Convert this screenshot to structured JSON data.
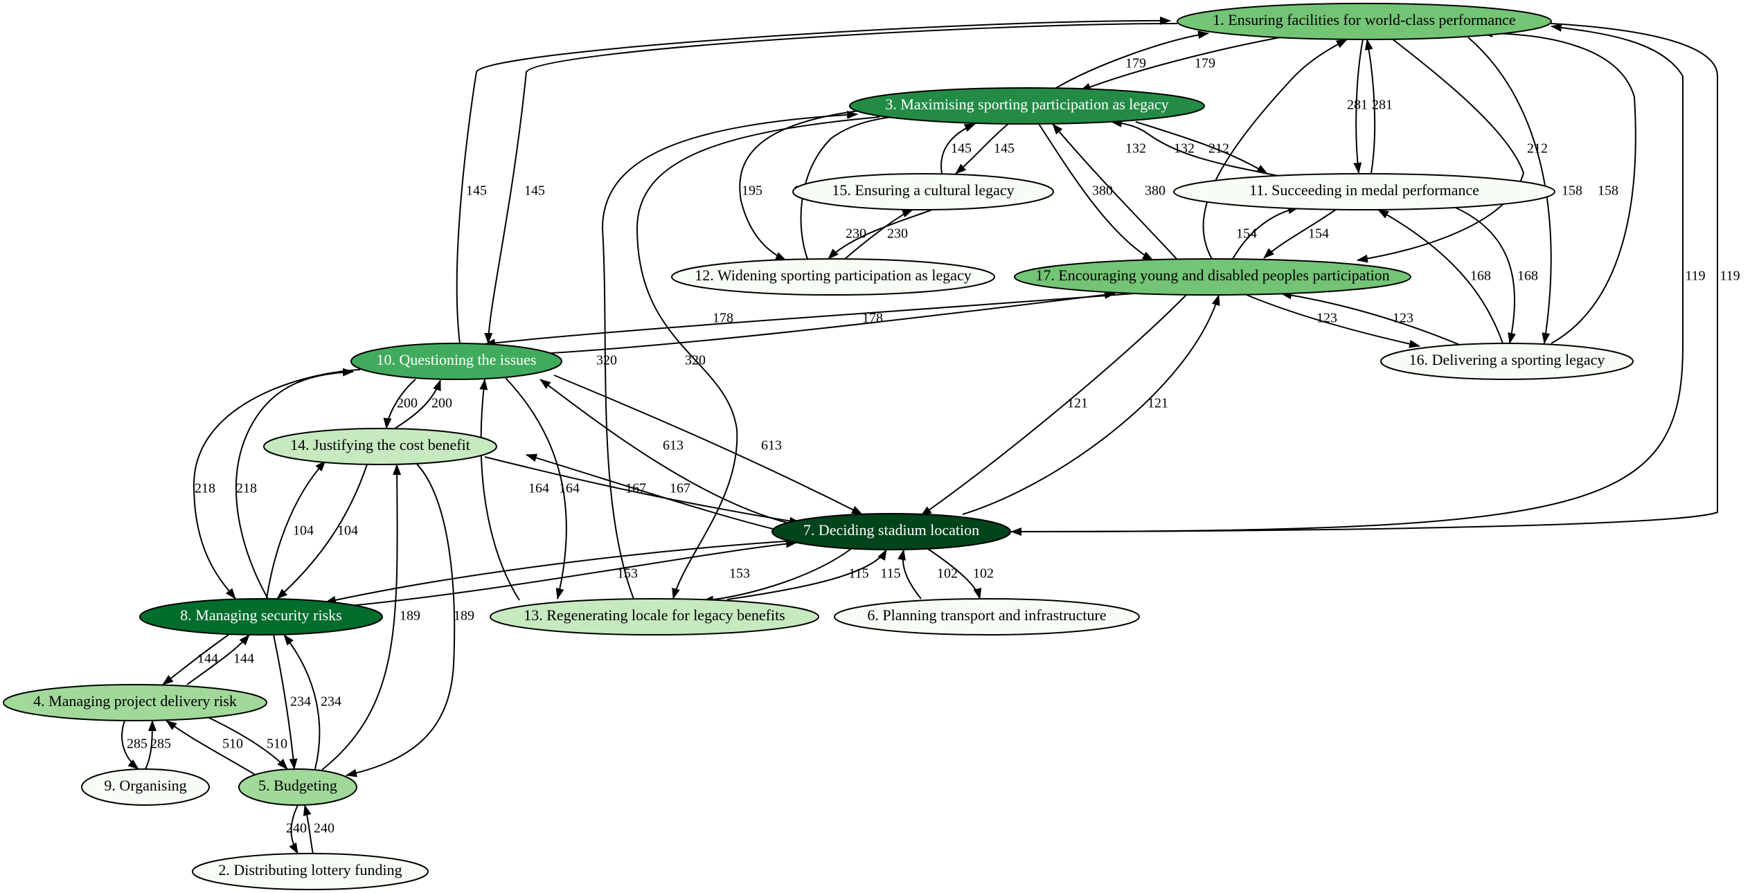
{
  "palette": {
    "level1": "#f7fcf5",
    "level2": "#c7e9c0",
    "level3": "#a1d99b",
    "level4": "#74c476",
    "level5": "#41ab5d",
    "level6": "#238b45",
    "level7": "#006d2c",
    "level8": "#00441b",
    "edge": "#000000",
    "dark_text": "#000000",
    "light_text": "#ffffff"
  },
  "nodes": [
    {
      "id": "n1",
      "label": "1. Ensuring facilities for world-class performance",
      "fill": "level4",
      "text": "dark_text"
    },
    {
      "id": "n2",
      "label": "2. Distributing lottery funding",
      "fill": "level1",
      "text": "dark_text"
    },
    {
      "id": "n3",
      "label": "3. Maximising sporting participation as legacy",
      "fill": "level6",
      "text": "light_text"
    },
    {
      "id": "n4",
      "label": "4. Managing project delivery risk",
      "fill": "level3",
      "text": "dark_text"
    },
    {
      "id": "n5",
      "label": "5. Budgeting",
      "fill": "level3",
      "text": "dark_text"
    },
    {
      "id": "n6",
      "label": "6. Planning transport and infrastructure",
      "fill": "level1",
      "text": "dark_text"
    },
    {
      "id": "n7",
      "label": "7. Deciding stadium location",
      "fill": "level8",
      "text": "light_text"
    },
    {
      "id": "n8",
      "label": "8. Managing security risks",
      "fill": "level7",
      "text": "light_text"
    },
    {
      "id": "n9",
      "label": "9. Organising",
      "fill": "level1",
      "text": "dark_text"
    },
    {
      "id": "n10",
      "label": "10. Questioning the issues",
      "fill": "level5",
      "text": "light_text"
    },
    {
      "id": "n11",
      "label": "11. Succeeding in medal performance",
      "fill": "level1",
      "text": "dark_text"
    },
    {
      "id": "n12",
      "label": "12. Widening sporting participation as legacy",
      "fill": "level1",
      "text": "dark_text"
    },
    {
      "id": "n13",
      "label": "13. Regenerating locale for legacy benefits",
      "fill": "level2",
      "text": "dark_text"
    },
    {
      "id": "n14",
      "label": "14. Justifying the cost benefit",
      "fill": "level2",
      "text": "dark_text"
    },
    {
      "id": "n15",
      "label": "15. Ensuring a cultural legacy",
      "fill": "level1",
      "text": "dark_text"
    },
    {
      "id": "n16",
      "label": "16. Delivering a sporting legacy",
      "fill": "level1",
      "text": "dark_text"
    },
    {
      "id": "n17",
      "label": "17. Encouraging young and disabled peoples participation",
      "fill": "level4",
      "text": "dark_text"
    }
  ],
  "edges": [
    {
      "id": "e1",
      "source": "n10",
      "target": "n1",
      "label": "145"
    },
    {
      "id": "e2",
      "source": "n1",
      "target": "n10",
      "label": "145"
    },
    {
      "id": "e3",
      "source": "n3",
      "target": "n1",
      "label": "179"
    },
    {
      "id": "e4",
      "source": "n1",
      "target": "n3",
      "label": "179"
    },
    {
      "id": "e5",
      "source": "n1",
      "target": "n11",
      "label": "281"
    },
    {
      "id": "e6",
      "source": "n11",
      "target": "n1",
      "label": "281"
    },
    {
      "id": "e7",
      "source": "n17",
      "target": "n1",
      "label": "212"
    },
    {
      "id": "e8",
      "source": "n1",
      "target": "n17",
      "label": "212"
    },
    {
      "id": "e9",
      "source": "n1",
      "target": "n16",
      "label": "158"
    },
    {
      "id": "e10",
      "source": "n16",
      "target": "n1",
      "label": "158"
    },
    {
      "id": "e11",
      "source": "n7",
      "target": "n1",
      "label": "119"
    },
    {
      "id": "e12",
      "source": "n1",
      "target": "n7",
      "label": "119"
    },
    {
      "id": "e13",
      "source": "n15",
      "target": "n3",
      "label": "145"
    },
    {
      "id": "e14",
      "source": "n3",
      "target": "n15",
      "label": "145"
    },
    {
      "id": "e15",
      "source": "n3",
      "target": "n12",
      "label": "195"
    },
    {
      "id": "e16",
      "source": "n12",
      "target": "n3",
      "label": "195"
    },
    {
      "id": "e17",
      "source": "n11",
      "target": "n3",
      "label": "132"
    },
    {
      "id": "e18",
      "source": "n3",
      "target": "n11",
      "label": "132"
    },
    {
      "id": "e19",
      "source": "n3",
      "target": "n17",
      "label": "380"
    },
    {
      "id": "e20",
      "source": "n17",
      "target": "n3",
      "label": "380"
    },
    {
      "id": "e21",
      "source": "n13",
      "target": "n3",
      "label": "320"
    },
    {
      "id": "e22",
      "source": "n3",
      "target": "n13",
      "label": "320"
    },
    {
      "id": "e23",
      "source": "n12",
      "target": "n15",
      "label": "230"
    },
    {
      "id": "e24",
      "source": "n15",
      "target": "n12",
      "label": "230"
    },
    {
      "id": "e25",
      "source": "n17",
      "target": "n11",
      "label": "154"
    },
    {
      "id": "e26",
      "source": "n11",
      "target": "n17",
      "label": "154"
    },
    {
      "id": "e27",
      "source": "n16",
      "target": "n11",
      "label": "168"
    },
    {
      "id": "e28",
      "source": "n11",
      "target": "n16",
      "label": "168"
    },
    {
      "id": "e29",
      "source": "n17",
      "target": "n10",
      "label": "178"
    },
    {
      "id": "e30",
      "source": "n10",
      "target": "n17",
      "label": "178"
    },
    {
      "id": "e31",
      "source": "n17",
      "target": "n16",
      "label": "123"
    },
    {
      "id": "e32",
      "source": "n16",
      "target": "n17",
      "label": "123"
    },
    {
      "id": "e33",
      "source": "n17",
      "target": "n7",
      "label": "121"
    },
    {
      "id": "e34",
      "source": "n7",
      "target": "n17",
      "label": "121"
    },
    {
      "id": "e35",
      "source": "n10",
      "target": "n14",
      "label": "200"
    },
    {
      "id": "e36",
      "source": "n14",
      "target": "n10",
      "label": "200"
    },
    {
      "id": "e37",
      "source": "n10",
      "target": "n8",
      "label": "218"
    },
    {
      "id": "e38",
      "source": "n8",
      "target": "n10",
      "label": "218"
    },
    {
      "id": "e39",
      "source": "n13",
      "target": "n10",
      "label": "164"
    },
    {
      "id": "e40",
      "source": "n10",
      "target": "n13",
      "label": "164"
    },
    {
      "id": "e41",
      "source": "n7",
      "target": "n10",
      "label": "613"
    },
    {
      "id": "e42",
      "source": "n10",
      "target": "n7",
      "label": "613"
    },
    {
      "id": "e43",
      "source": "n8",
      "target": "n14",
      "label": "104"
    },
    {
      "id": "e44",
      "source": "n14",
      "target": "n8",
      "label": "104"
    },
    {
      "id": "e45",
      "source": "n7",
      "target": "n14",
      "label": "167"
    },
    {
      "id": "e46",
      "source": "n14",
      "target": "n7",
      "label": "167"
    },
    {
      "id": "e47",
      "source": "n5",
      "target": "n14",
      "label": "189"
    },
    {
      "id": "e48",
      "source": "n14",
      "target": "n5",
      "label": "189"
    },
    {
      "id": "e49",
      "source": "n7",
      "target": "n8",
      "label": "153"
    },
    {
      "id": "e50",
      "source": "n8",
      "target": "n7",
      "label": "153"
    },
    {
      "id": "e51",
      "source": "n7",
      "target": "n13",
      "label": "115"
    },
    {
      "id": "e52",
      "source": "n13",
      "target": "n7",
      "label": "115"
    },
    {
      "id": "e53",
      "source": "n6",
      "target": "n7",
      "label": "102"
    },
    {
      "id": "e54",
      "source": "n7",
      "target": "n6",
      "label": "102"
    },
    {
      "id": "e55",
      "source": "n8",
      "target": "n4",
      "label": "144"
    },
    {
      "id": "e56",
      "source": "n4",
      "target": "n8",
      "label": "144"
    },
    {
      "id": "e57",
      "source": "n8",
      "target": "n5",
      "label": "234"
    },
    {
      "id": "e58",
      "source": "n5",
      "target": "n8",
      "label": "234"
    },
    {
      "id": "e59",
      "source": "n4",
      "target": "n9",
      "label": "285"
    },
    {
      "id": "e60",
      "source": "n9",
      "target": "n4",
      "label": "285"
    },
    {
      "id": "e61",
      "source": "n5",
      "target": "n4",
      "label": "510"
    },
    {
      "id": "e62",
      "source": "n4",
      "target": "n5",
      "label": "510"
    },
    {
      "id": "e63",
      "source": "n5",
      "target": "n2",
      "label": "240"
    },
    {
      "id": "e64",
      "source": "n2",
      "target": "n5",
      "label": "240"
    }
  ]
}
